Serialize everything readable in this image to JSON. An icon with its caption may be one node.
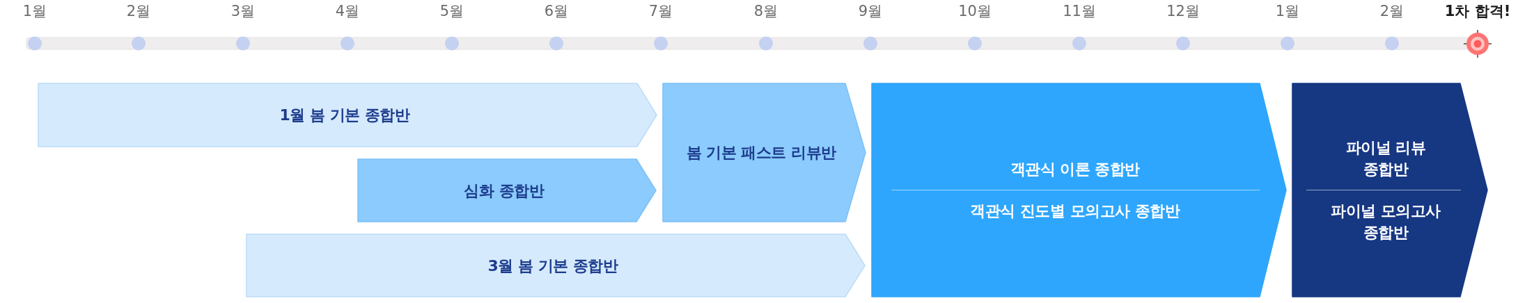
{
  "diagram": {
    "nodes": [
      {
        "text": [
          "1월 봄 기본 종합반"
        ]
      },
      {
        "text": [
          "심화 종합반"
        ]
      },
      {
        "text": [
          "3월 봄 기본 종합반"
        ]
      },
      {
        "text": [
          "봄 기본 패스트 리뷰반"
        ]
      },
      {
        "text": [
          "객관식 이론 종합반",
          "객관식 진도별 모의고사 종합반"
        ]
      },
      {
        "text": [
          "파이널 리뷰 종합반",
          "파이널 모의고사 종합반"
        ]
      }
    ],
    "labels": [
      "1월",
      "2월",
      "3월",
      "4월",
      "5월",
      "6월",
      "7월",
      "8월",
      "9월",
      "10월",
      "11월",
      "12월",
      "1월",
      "2월",
      "1차 합격!"
    ]
  }
}
